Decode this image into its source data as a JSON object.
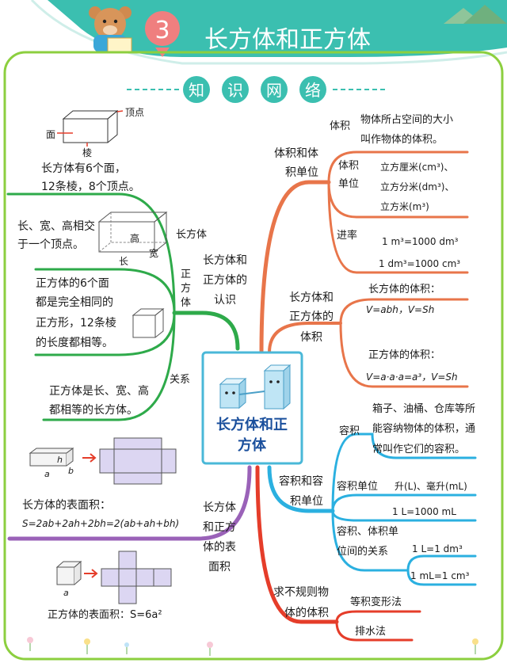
{
  "header": {
    "chapter_number": "3",
    "title": "长方体和正方体"
  },
  "section_title_chars": [
    "知",
    "识",
    "网",
    "络"
  ],
  "center": {
    "line1": "长方体和正",
    "line2": "方体"
  },
  "left": {
    "cuboid_diagram": {
      "face": "面",
      "vertex": "顶点",
      "edge": "棱"
    },
    "cuboid_facts_1": "长方体有6个面，",
    "cuboid_facts_2": "12条棱，8个顶点。",
    "lwh_1": "长、宽、高相交",
    "lwh_2": "于一个顶点。",
    "dim_labels": {
      "height": "高",
      "width": "宽",
      "length": "长"
    },
    "cube_facts": [
      "正方体的6个面",
      "都是完全相同的",
      "正方形，12条棱",
      "的长度都相等。"
    ],
    "relation_1": "正方体是长、宽、高",
    "relation_2": "都相等的长方体。",
    "branch_cuboid": "长方体",
    "branch_cube": [
      "正",
      "方",
      "体"
    ],
    "branch_relation": "关系",
    "recognition_node": [
      "长方体和",
      "正方体的",
      "认识"
    ],
    "net_labels": {
      "a": "a",
      "b": "b",
      "h": "h"
    },
    "cuboid_area_title": "长方体的表面积：",
    "cuboid_area_formula": "S=2ab+2ah+2bh=2(ab+ah+bh)",
    "cube_label_a": "a",
    "cube_area": "正方体的表面积：S=6a²",
    "area_node": [
      "长方体",
      "和正方",
      "体的表",
      "面积"
    ]
  },
  "right": {
    "volume_unit_node": [
      "体积和体",
      "积单位"
    ],
    "volume_label": "体积",
    "volume_def_1": "物体所占空间的大小",
    "volume_def_2": "叫作物体的体积。",
    "volume_unit_label_1": "体积",
    "volume_unit_label_2": "单位",
    "volume_units": [
      "立方厘米(cm³)、",
      "立方分米(dm³)、",
      "立方米(m³)"
    ],
    "rate_label": "进率",
    "rates": [
      "1 m³=1000 dm³",
      "1 dm³=1000 cm³"
    ],
    "volume_formula_node": [
      "长方体和",
      "正方体的",
      "体积"
    ],
    "cuboid_volume_title": "长方体的体积：",
    "cuboid_volume_formula": "V=abh，V=Sh",
    "cube_volume_title": "正方体的体积：",
    "cube_volume_formula": "V=a·a·a=a³，V=Sh",
    "capacity_node": [
      "容积和容",
      "积单位"
    ],
    "capacity_label": "容积",
    "capacity_def": [
      "箱子、油桶、仓库等所",
      "能容纳物体的体积，通",
      "常叫作它们的容积。"
    ],
    "capacity_unit_label": "容积单位",
    "capacity_units": "升(L)、毫升(mL)",
    "capacity_rate": "1 L=1000 mL",
    "relation_label_1": "容积、体积单",
    "relation_label_2": "位间的关系",
    "relation_rates": [
      "1 L=1 dm³",
      "1 mL=1 cm³"
    ],
    "irregular_node": [
      "求不规则物",
      "体的体积"
    ],
    "methods": [
      "等积变形法",
      "排水法"
    ]
  },
  "colors": {
    "header_teal": "#3bbfb0",
    "frame_green": "#8ccf3f",
    "badge_red": "#ef7f7f",
    "branch_green": "#2eaa4a",
    "branch_orange": "#e8754a",
    "branch_blue": "#2bb0e0",
    "branch_purple": "#9a62b8",
    "branch_red": "#e53d2a",
    "center_border": "#4ab8d8"
  }
}
